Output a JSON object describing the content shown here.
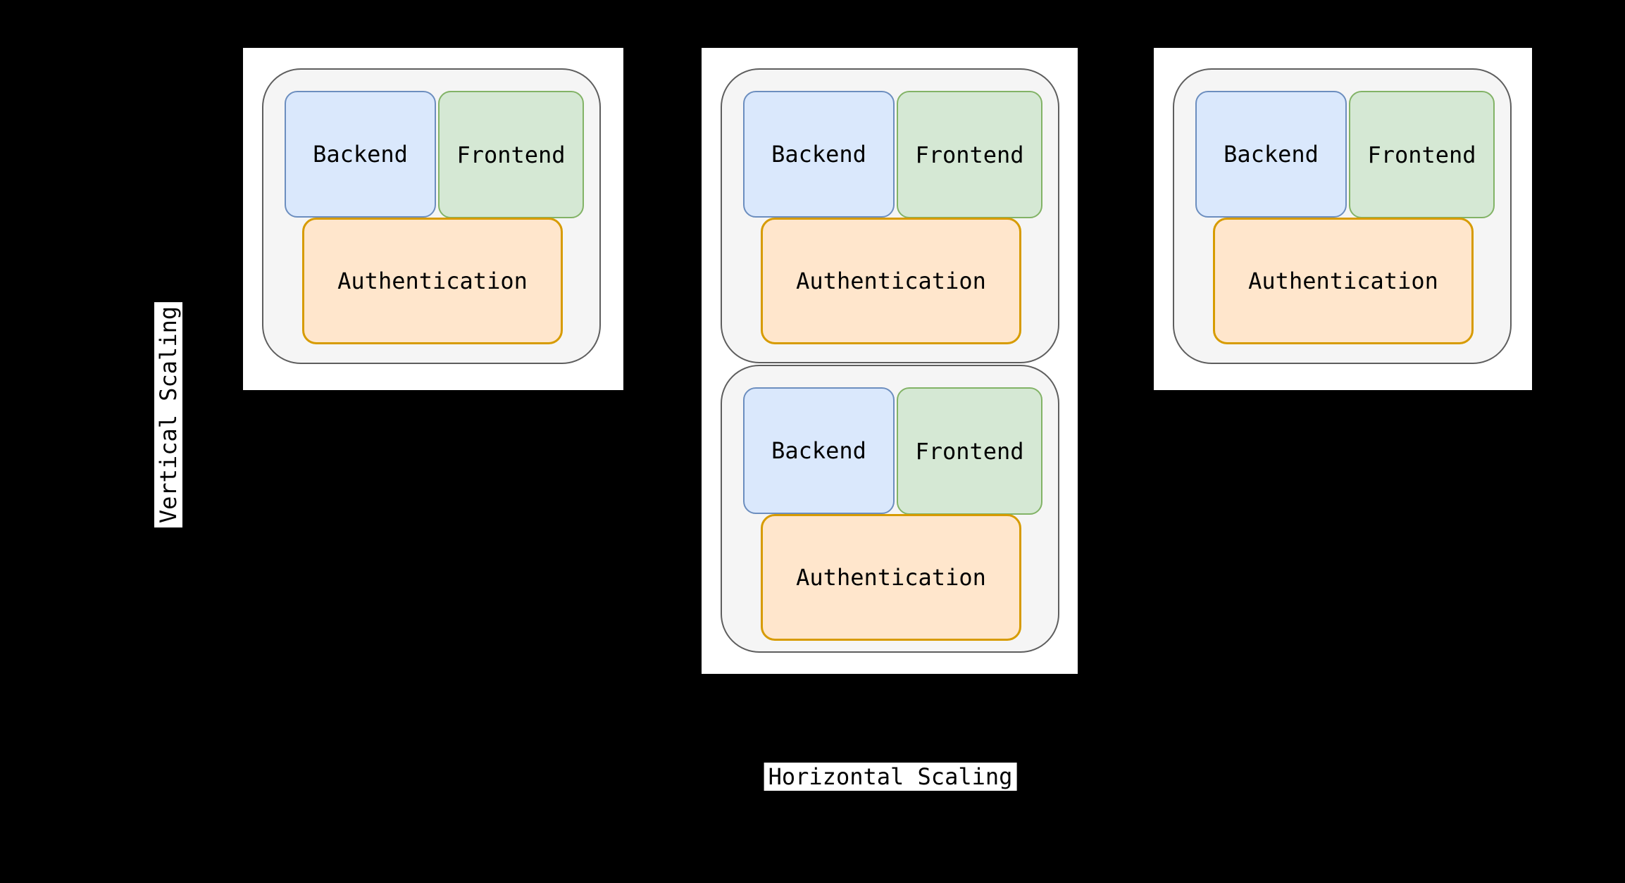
{
  "diagram": {
    "description": "Vertical vs Horizontal Scaling diagram with server panels containing Backend, Frontend and Authentication service nodes",
    "background_color": "#000000",
    "panel_color": "#ffffff"
  },
  "axis_labels": {
    "vertical": "Vertical Scaling",
    "horizontal": "Horizontal Scaling"
  },
  "colors": {
    "cluster_fill": "#f5f5f5",
    "cluster_stroke": "#5e5e5e",
    "backend_fill": "#dae8fc",
    "backend_stroke": "#6c8ebf",
    "frontend_fill": "#d5e8d4",
    "frontend_stroke": "#82b366",
    "auth_fill": "#ffe6cc",
    "auth_stroke": "#d79b00",
    "text": "#000000"
  },
  "panels": [
    {
      "id": "left",
      "containers": [
        {
          "backend": "Backend",
          "frontend": "Frontend",
          "auth": "Authentication"
        }
      ]
    },
    {
      "id": "middle",
      "containers": [
        {
          "backend": "Backend",
          "frontend": "Frontend",
          "auth": "Authentication"
        },
        {
          "backend": "Backend",
          "frontend": "Frontend",
          "auth": "Authentication"
        }
      ]
    },
    {
      "id": "right",
      "containers": [
        {
          "backend": "Backend",
          "frontend": "Frontend",
          "auth": "Authentication"
        }
      ]
    }
  ]
}
